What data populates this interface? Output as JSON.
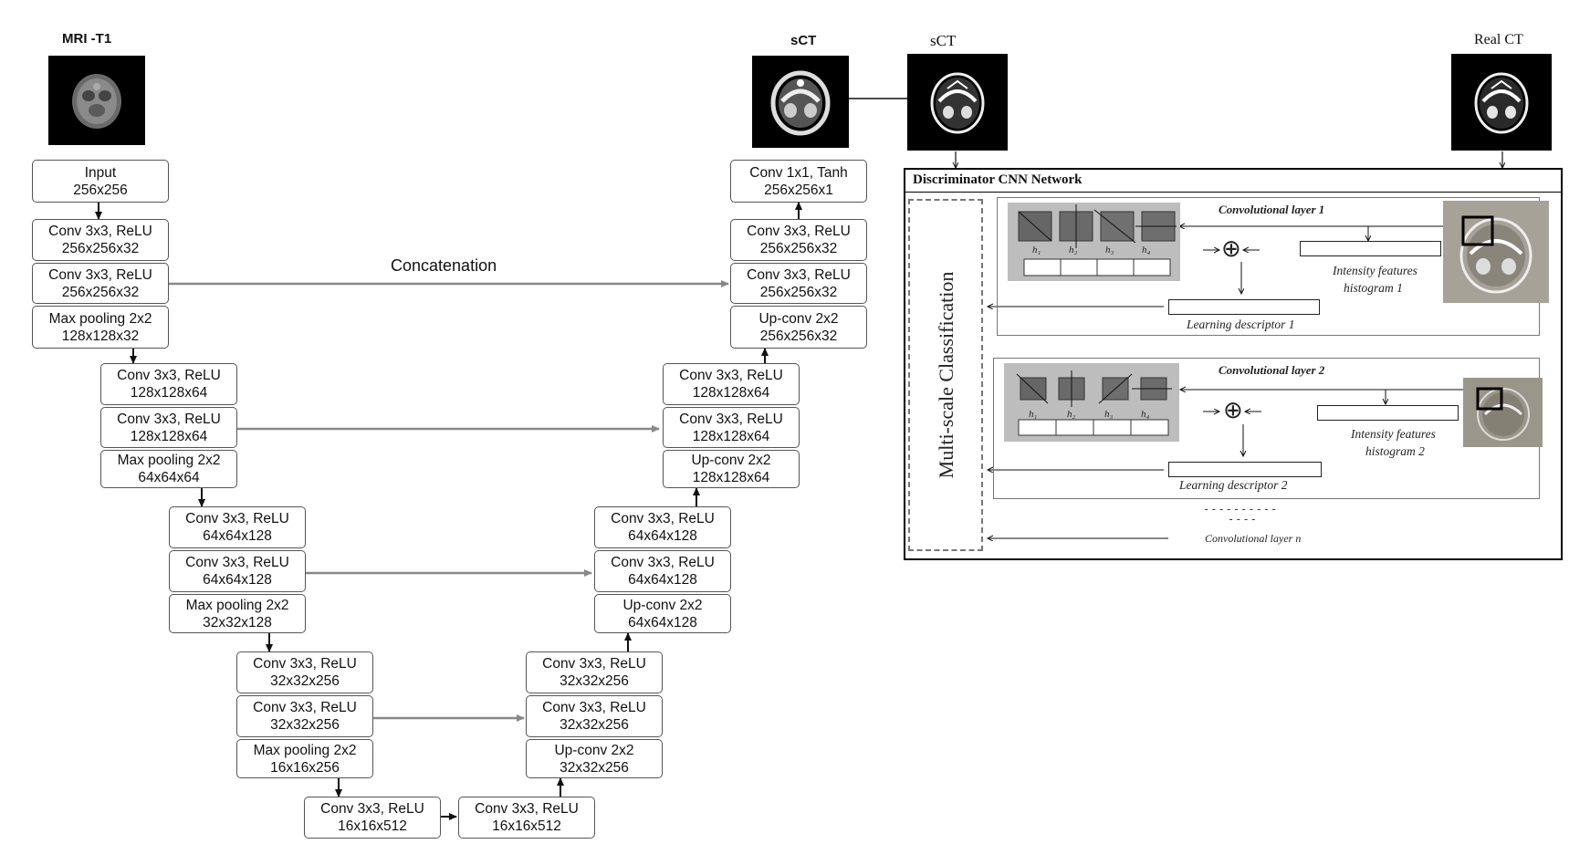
{
  "labels": {
    "mri": "MRI -T1",
    "sct_generated": "sCT",
    "sct_input": "sCT",
    "real_ct": "Real CT",
    "concatenation": "Concatenation"
  },
  "encoder": [
    {
      "title": "Input",
      "dims": "256x256"
    },
    {
      "title": "Conv 3x3, ReLU",
      "dims": "256x256x32"
    },
    {
      "title": "Conv 3x3, ReLU",
      "dims": "256x256x32"
    },
    {
      "title": "Max pooling 2x2",
      "dims": "128x128x32"
    },
    {
      "title": "Conv 3x3, ReLU",
      "dims": "128x128x64"
    },
    {
      "title": "Conv 3x3, ReLU",
      "dims": "128x128x64"
    },
    {
      "title": "Max pooling 2x2",
      "dims": "64x64x64"
    },
    {
      "title": "Conv 3x3, ReLU",
      "dims": "64x64x128"
    },
    {
      "title": "Conv 3x3, ReLU",
      "dims": "64x64x128"
    },
    {
      "title": "Max pooling 2x2",
      "dims": "32x32x128"
    },
    {
      "title": "Conv 3x3, ReLU",
      "dims": "32x32x256"
    },
    {
      "title": "Conv 3x3, ReLU",
      "dims": "32x32x256"
    },
    {
      "title": "Max pooling 2x2",
      "dims": "16x16x256"
    }
  ],
  "bottleneck": [
    {
      "title": "Conv 3x3, ReLU",
      "dims": "16x16x512"
    },
    {
      "title": "Conv 3x3, ReLU",
      "dims": "16x16x512"
    }
  ],
  "decoder": [
    {
      "title": "Conv 1x1,  Tanh",
      "dims": "256x256x1"
    },
    {
      "title": "Conv 3x3, ReLU",
      "dims": "256x256x32"
    },
    {
      "title": "Conv 3x3, ReLU",
      "dims": "256x256x32"
    },
    {
      "title": "Up-conv 2x2",
      "dims": "256x256x32"
    },
    {
      "title": "Conv 3x3, ReLU",
      "dims": "128x128x64"
    },
    {
      "title": "Conv 3x3, ReLU",
      "dims": "128x128x64"
    },
    {
      "title": "Up-conv 2x2",
      "dims": "128x128x64"
    },
    {
      "title": "Conv 3x3, ReLU",
      "dims": "64x64x128"
    },
    {
      "title": "Conv 3x3, ReLU",
      "dims": "64x64x128"
    },
    {
      "title": "Up-conv 2x2",
      "dims": "64x64x128"
    },
    {
      "title": "Conv 3x3, ReLU",
      "dims": "32x32x256"
    },
    {
      "title": "Conv 3x3, ReLU",
      "dims": "32x32x256"
    },
    {
      "title": "Up-conv 2x2",
      "dims": "32x32x256"
    }
  ],
  "discriminator": {
    "title": "Discriminator CNN  Network",
    "side_label": "Multi-scale Classification",
    "layer1": {
      "title": "Convolutional layer 1",
      "hist": [
        "Intensity features",
        "histogram 1"
      ],
      "descriptor": "Learning  descriptor 1"
    },
    "layer2": {
      "title": "Convolutional layer 2",
      "hist": [
        "Intensity features",
        "histogram 2"
      ],
      "descriptor": "Learning  descriptor 2"
    },
    "layer_n": "Convolutional layer n",
    "h_labels": [
      "h₁",
      "h₂",
      "h₃",
      "h₄"
    ],
    "dashes_1": "----------",
    "dashes_2": "----"
  }
}
